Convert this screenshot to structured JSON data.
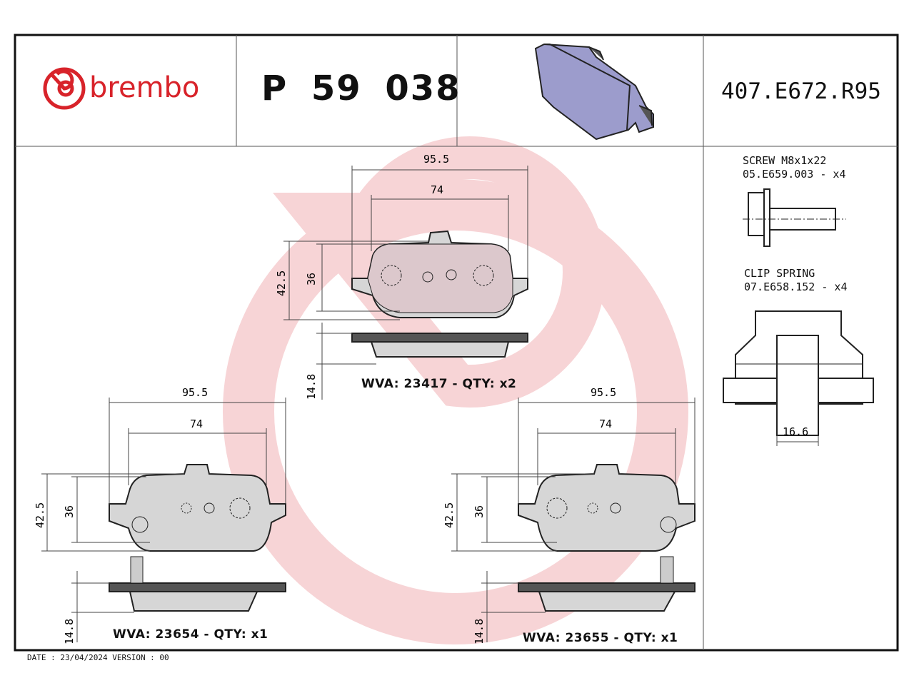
{
  "header": {
    "brand": "brembo",
    "part_number": "P 59 038",
    "reference": "407.E672.R95"
  },
  "accessories": {
    "screw": {
      "title": "SCREW M8x1x22",
      "code": "05.E659.003 - x4"
    },
    "clip": {
      "title": "CLIP SPRING",
      "code": "07.E658.152 - x4",
      "width_dim": "16.6"
    }
  },
  "pads": [
    {
      "wva_label": "WVA: 23417 - QTY: x2",
      "width_outer": "95.5",
      "width_inner": "74",
      "height_outer": "42.5",
      "height_inner": "36",
      "thickness": "14.8"
    },
    {
      "wva_label": "WVA: 23654 - QTY: x1",
      "width_outer": "95.5",
      "width_inner": "74",
      "height_outer": "42.5",
      "height_inner": "36",
      "thickness": "14.8"
    },
    {
      "wva_label": "WVA: 23655 - QTY: x1",
      "width_outer": "95.5",
      "width_inner": "74",
      "height_outer": "42.5",
      "height_inner": "36",
      "thickness": "14.8"
    }
  ],
  "footer": {
    "date_line": "DATE : 23/04/2024 VERSION : 00"
  },
  "colors": {
    "brand_red": "#d8232a",
    "watermark": "#f5c9cc",
    "pad_fill": "#d9d9d9",
    "pad_preview": "#9c9ccc"
  }
}
